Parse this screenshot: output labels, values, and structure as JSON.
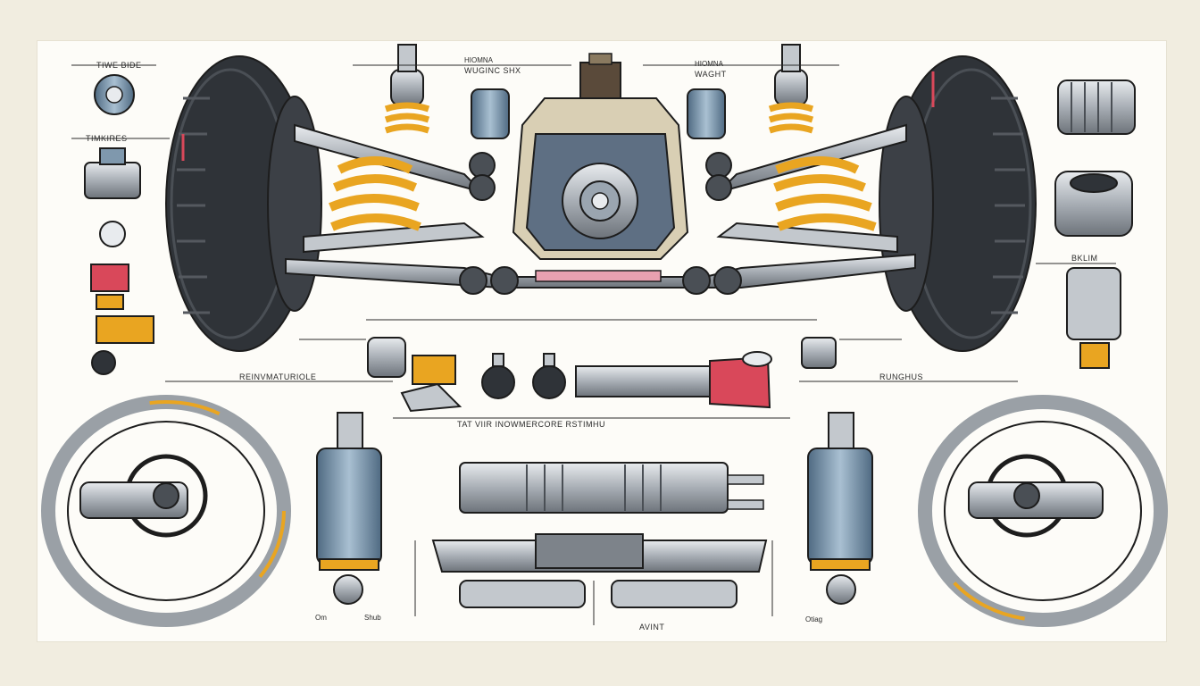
{
  "colors": {
    "paper": "#fdfcf8",
    "border": "#f1ede0",
    "tire": "#2f3338",
    "tread": "#4a4f55",
    "spring": "#e9a521",
    "metal": "#b9bec4",
    "steel_blue": "#7f98ad",
    "red_accent": "#d9485a",
    "ink": "#1d1d1d"
  },
  "labels": {
    "top_left": "TIWE BIDE",
    "left_2": "TIMKIRES",
    "top_center": "WUGINC SHX",
    "top_center_small": "HIOMNA",
    "top_right_center": "WAGHT",
    "right_1": "BKLIM",
    "row_left": "REINVMATURIOLE",
    "row_right": "RUNGHUS",
    "mid_caption": "TAT VIIR INOWMERCORE RSTIMHU",
    "bottom_left_a": "Om",
    "bottom_left_b": "Shub",
    "bottom_center": "AVINT",
    "bottom_right": "Otiag"
  },
  "icons": [
    "tire-icon",
    "coil-spring-icon",
    "differential-icon",
    "strut-icon",
    "brake-rotor-icon",
    "shock-absorber-icon",
    "bushing-icon",
    "tie-rod-icon"
  ]
}
